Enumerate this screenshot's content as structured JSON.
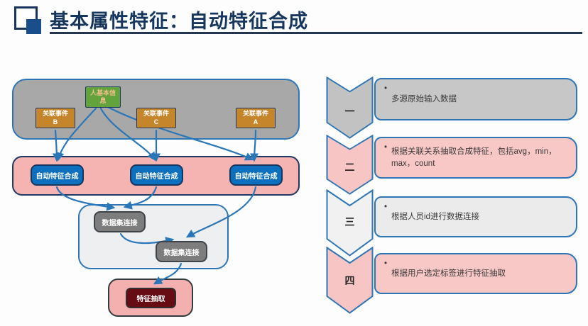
{
  "header": {
    "title": "基本属性特征：自动特征合成"
  },
  "diagram": {
    "source_cards": [
      {
        "label": "人基本信息"
      },
      {
        "label": "关联事件B"
      },
      {
        "label": "关联事件C"
      },
      {
        "label": "关联事件A"
      }
    ],
    "synthesis_buttons": [
      "自动特征合成",
      "自动特征合成",
      "自动特征合成"
    ],
    "join_buttons": [
      "数据集连接",
      "数据集连接"
    ],
    "extract_button": "特征抽取"
  },
  "steps": {
    "bullet": "•",
    "items": [
      {
        "num": "一",
        "text": "多源原始输入数据"
      },
      {
        "num": "二",
        "text": "根据关联关系抽取合成特征，包括avg，min，max，count"
      },
      {
        "num": "三",
        "text": "根据人员id进行数据连接"
      },
      {
        "num": "四",
        "text": "根据用户选定标签进行特征抽取"
      }
    ]
  },
  "colors": {
    "title_navy": "#17365D",
    "steel_blue": "#2E75B6",
    "panel_gray": "#A8A8A8",
    "panel_pink": "#F5B3B2",
    "panel_light": "#EDEFF1",
    "blue_button": "#0C70BF",
    "gray_button": "#7D7D7D",
    "maroon_button": "#670C12",
    "green_card": "#63A33C",
    "orange_card": "#C5862B"
  }
}
